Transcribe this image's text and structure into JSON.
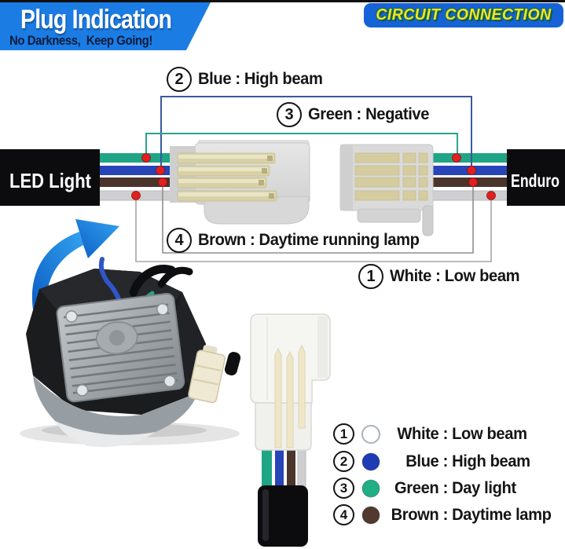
{
  "header": {
    "title": "Plug Indication",
    "subtitle": "No Darkness,  Keep Going!"
  },
  "badge": {
    "label": "CIRCUIT CONNECTION"
  },
  "colors": {
    "banner_blue": "#1b7ce4",
    "badge_bg": "#1563d6",
    "badge_text": "#f2e32d",
    "badge_outline": "#156e48",
    "cable_black": "#0c0c0e",
    "title_subtext": "#0c1c3c"
  },
  "diagram": {
    "left_cable_label": "LED Light",
    "right_cable_label": "Enduro",
    "marker_color": "#e11f1f",
    "wire_colors": {
      "green": "#1fa585",
      "blue": "#2744b8",
      "brown": "#4b342b",
      "white": "#cfcfd1"
    },
    "leader_colors": {
      "blue_box": "#3a5a9e",
      "teal_box": "#2aa38c",
      "inner_gray_box": "#8f8f8f",
      "outer_gray_box": "#a6a6a6"
    },
    "callouts": [
      {
        "num": "2",
        "label": "Blue : High beam"
      },
      {
        "num": "3",
        "label": "Green : Negative"
      },
      {
        "num": "4",
        "label": "Brown : Daytime running lamp"
      },
      {
        "num": "1",
        "label": "White : Low beam"
      }
    ]
  },
  "legend": {
    "items": [
      {
        "num": "1",
        "name": "White",
        "desc": " : Low beam",
        "dot": "#ffffff"
      },
      {
        "num": "2",
        "name": "Blue",
        "desc": " : High beam",
        "dot": "#1d3cb4"
      },
      {
        "num": "3",
        "name": "Green",
        "desc": " : Day light",
        "dot": "#1fae85"
      },
      {
        "num": "4",
        "name": "Brown",
        "desc": " : Daytime lamp",
        "dot": "#523930"
      }
    ]
  }
}
